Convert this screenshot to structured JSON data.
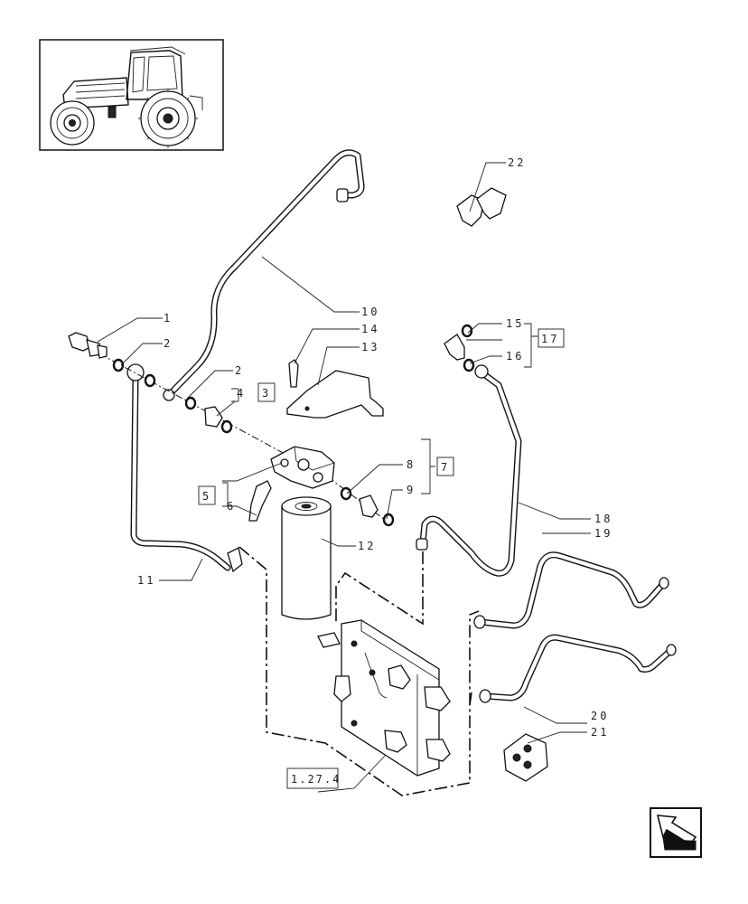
{
  "labels": {
    "l1": "1",
    "l2a": "2",
    "l2b": "2",
    "l3": "3",
    "l4": "4",
    "l5": "5",
    "l6": "6",
    "l7": "7",
    "l8": "8",
    "l9": "9",
    "l10": "10",
    "l11": "11",
    "l12": "12",
    "l13": "13",
    "l14": "14",
    "l15": "15",
    "l16": "16",
    "l17": "17",
    "l18": "18",
    "l19": "19",
    "l20": "20",
    "l21": "21",
    "l22": "22"
  },
  "reference": "1.27.4",
  "icons": {
    "thumbnail": "tractor-thumbnail-icon",
    "navigation": "next-page-arrow-icon"
  }
}
